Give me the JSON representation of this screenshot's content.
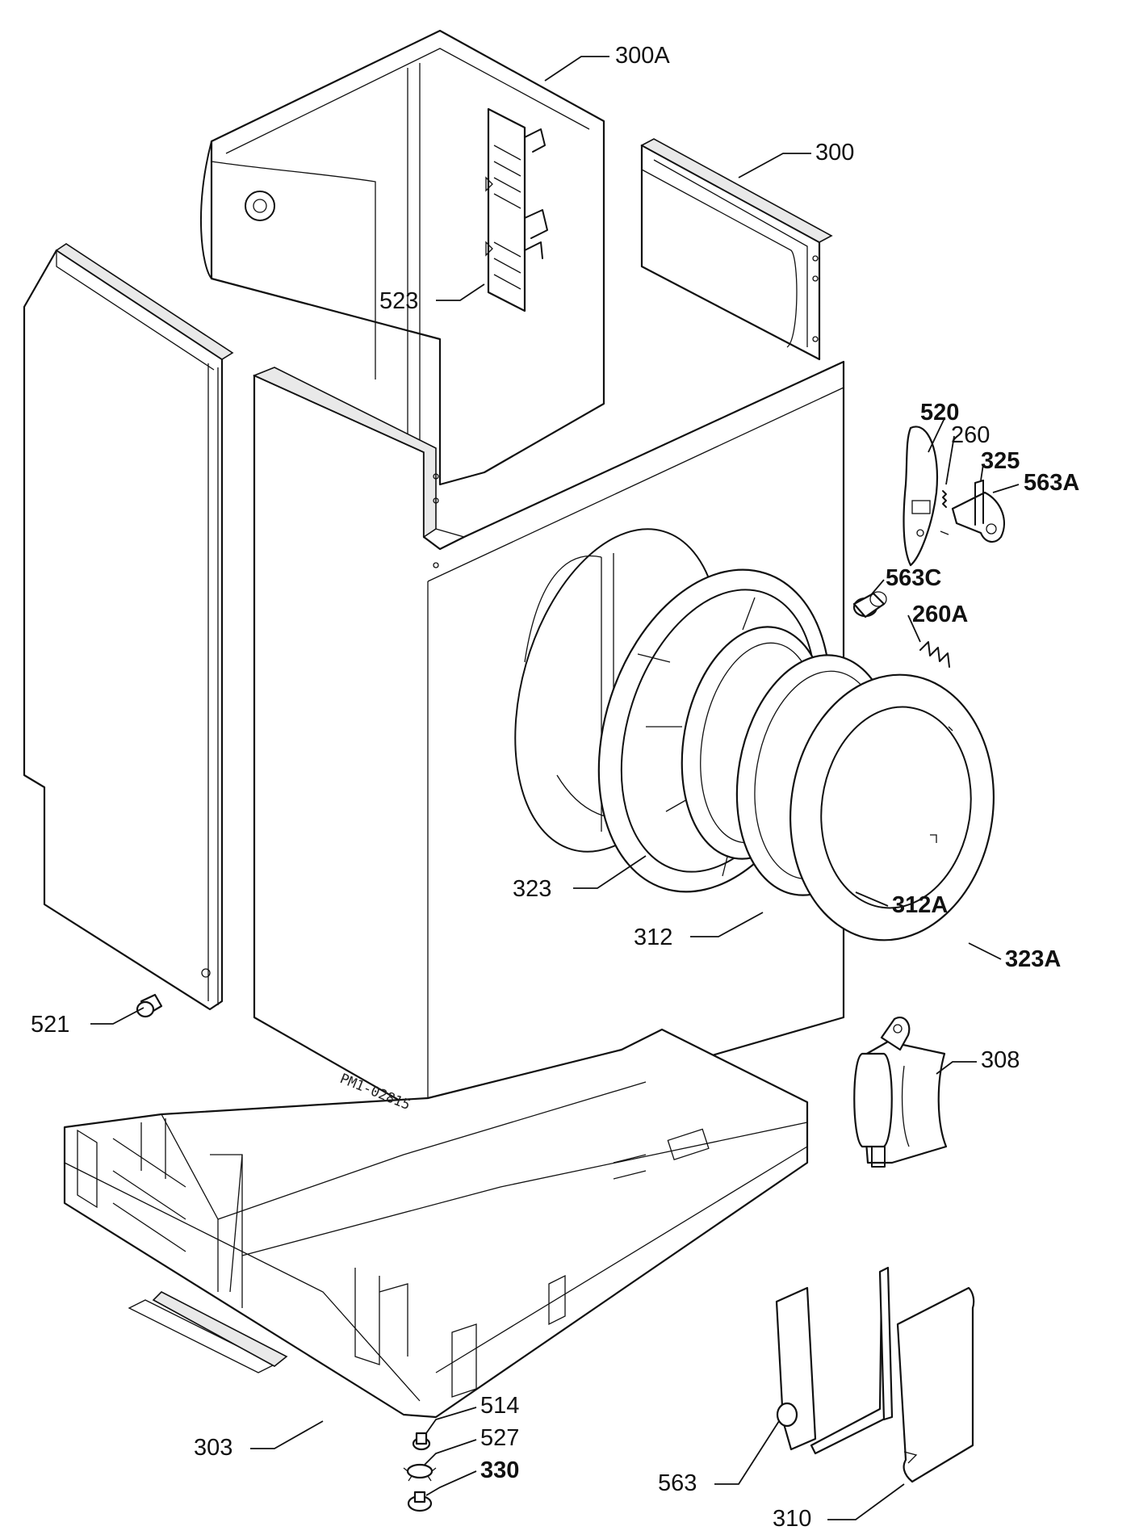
{
  "drawing": {
    "drawing_code": "PM1-02815"
  },
  "callouts": [
    {
      "id": "300A",
      "text": "300A",
      "bold": false
    },
    {
      "id": "300",
      "text": "300",
      "bold": false
    },
    {
      "id": "523",
      "text": "523",
      "bold": false
    },
    {
      "id": "520",
      "text": "520",
      "bold": true
    },
    {
      "id": "260",
      "text": "260",
      "bold": false
    },
    {
      "id": "325",
      "text": "325",
      "bold": true
    },
    {
      "id": "563A",
      "text": "563A",
      "bold": true
    },
    {
      "id": "563C",
      "text": "563C",
      "bold": true
    },
    {
      "id": "260A",
      "text": "260A",
      "bold": true
    },
    {
      "id": "323",
      "text": "323",
      "bold": false
    },
    {
      "id": "312A",
      "text": "312A",
      "bold": true
    },
    {
      "id": "312",
      "text": "312",
      "bold": false
    },
    {
      "id": "323A",
      "text": "323A",
      "bold": true
    },
    {
      "id": "521",
      "text": "521",
      "bold": false
    },
    {
      "id": "308",
      "text": "308",
      "bold": false
    },
    {
      "id": "303",
      "text": "303",
      "bold": false
    },
    {
      "id": "514",
      "text": "514",
      "bold": false
    },
    {
      "id": "527",
      "text": "527",
      "bold": false
    },
    {
      "id": "330",
      "text": "330",
      "bold": true
    },
    {
      "id": "563",
      "text": "563",
      "bold": false
    },
    {
      "id": "310",
      "text": "310",
      "bold": false
    }
  ]
}
